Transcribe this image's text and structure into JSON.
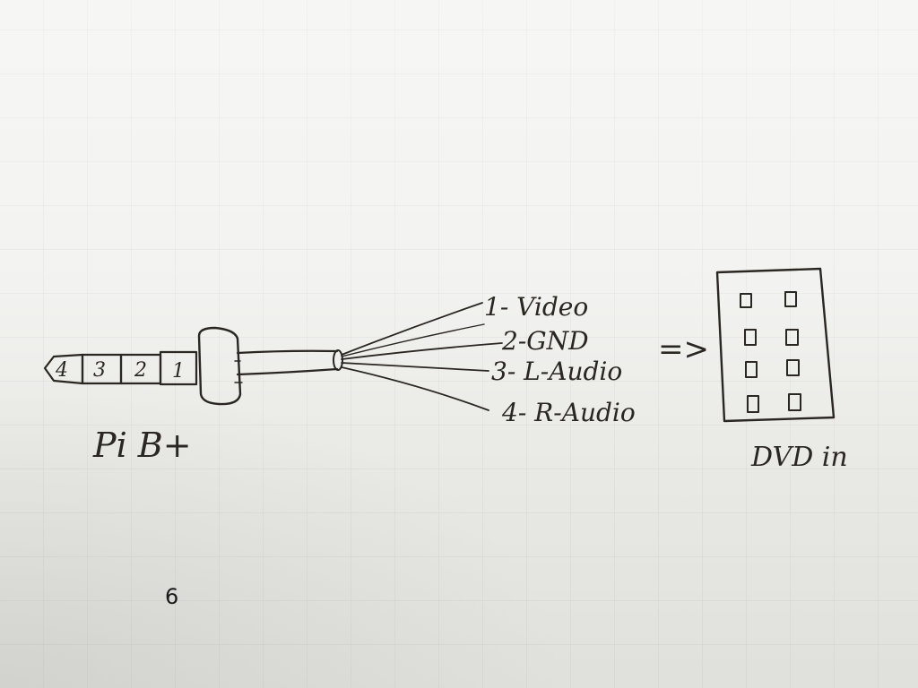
{
  "plug": {
    "segments": [
      "4",
      "3",
      "2",
      "1"
    ],
    "label": "Pi B+"
  },
  "wires": [
    {
      "label": "1- Video"
    },
    {
      "label": "2-GND"
    },
    {
      "label": "3- L-Audio"
    },
    {
      "label": "4- R-Audio"
    }
  ],
  "arrow": "=>",
  "connector": {
    "label": "DVD in"
  },
  "page_number": "6"
}
